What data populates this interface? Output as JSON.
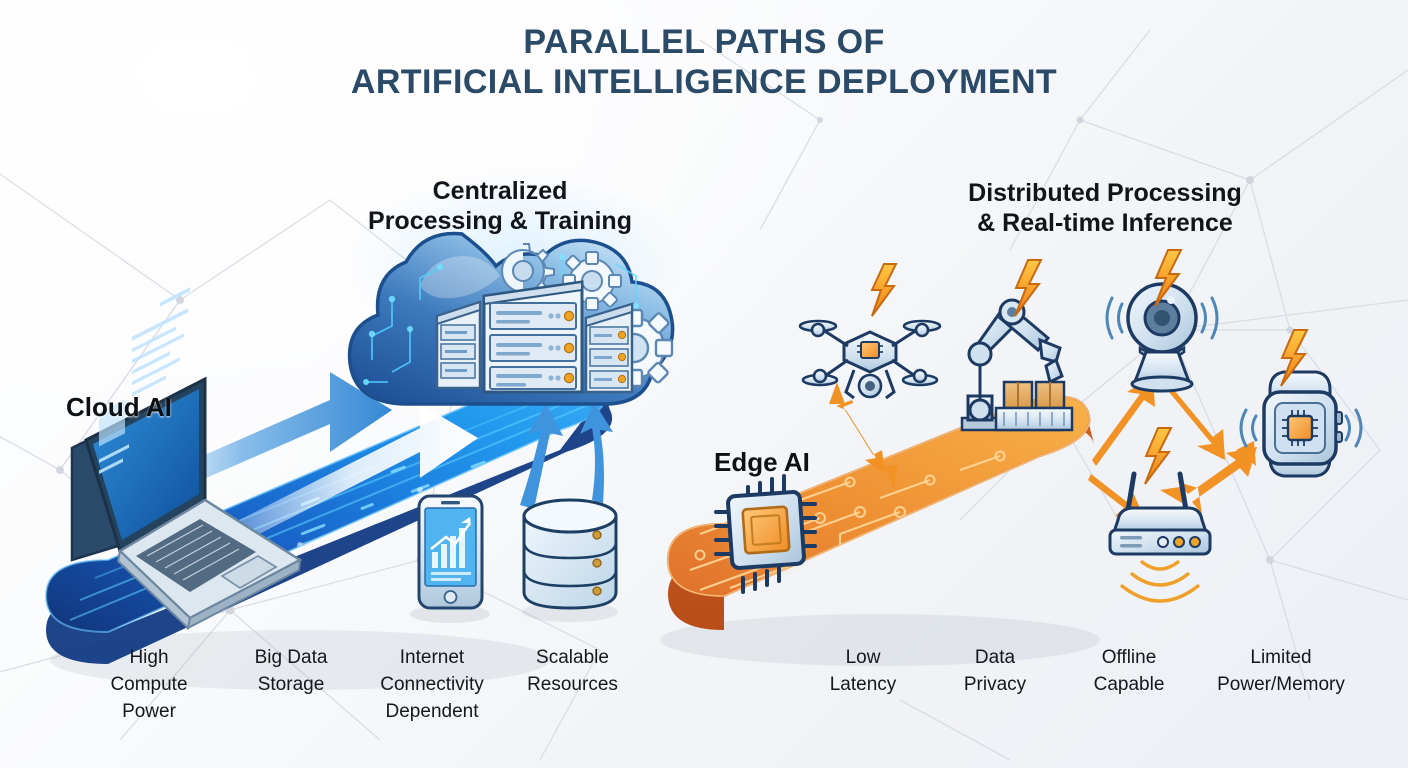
{
  "title": {
    "line1": "PARALLEL PATHS OF",
    "line2": "ARTIFICIAL INTELLIGENCE DEPLOYMENT",
    "color": "#2b4a68"
  },
  "sections": {
    "left": {
      "heading_line1": "Centralized",
      "heading_line2": "Processing & Training",
      "track_label": "Cloud AI",
      "track_color": "#1b4fa0",
      "accent_color": "#2196f3",
      "icons": [
        {
          "name": "laptop-icon",
          "label": "Laptop"
        },
        {
          "name": "cloud-server-icon",
          "label": "Cloud data center"
        },
        {
          "name": "smartphone-chart-icon",
          "label": "Smartphone"
        },
        {
          "name": "database-icon",
          "label": "Database"
        }
      ],
      "features": [
        {
          "text": "High\nCompute\nPower"
        },
        {
          "text": "Big Data\nStorage"
        },
        {
          "text": "Internet\nConnectivity\nDependent"
        },
        {
          "text": "Scalable\nResources"
        }
      ]
    },
    "right": {
      "heading_line1": "Distributed Processing",
      "heading_line2": "& Real-time Inference",
      "track_label": "Edge AI",
      "track_color": "#e8833a",
      "accent_color": "#f5a623",
      "icons": [
        {
          "name": "drone-icon",
          "label": "Drone"
        },
        {
          "name": "robot-arm-icon",
          "label": "Robotic arm"
        },
        {
          "name": "security-camera-icon",
          "label": "Security camera"
        },
        {
          "name": "smartwatch-icon",
          "label": "Smartwatch"
        },
        {
          "name": "router-icon",
          "label": "Wireless router"
        },
        {
          "name": "microchip-icon",
          "label": "Edge chip"
        }
      ],
      "features": [
        {
          "text": "Low\nLatency"
        },
        {
          "text": "Data\nPrivacy"
        },
        {
          "text": "Offline\nCapable"
        },
        {
          "text": "Limited\nPower/Memory"
        }
      ]
    }
  },
  "background": {
    "style": "network-mesh",
    "base_color": "#f4f6f9",
    "mesh_color": "#d6dbe3"
  }
}
